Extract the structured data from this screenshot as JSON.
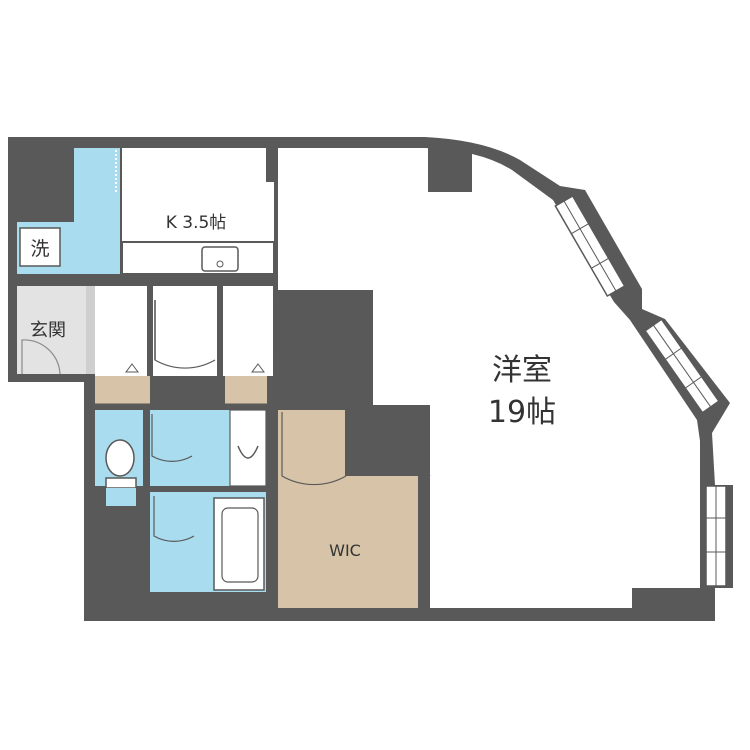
{
  "floor_plan": {
    "rooms": {
      "western": {
        "name": "洋室",
        "size": "19帖"
      },
      "kitchen": {
        "label": "K 3.5帖"
      },
      "laundry": {
        "label": "洗"
      },
      "entrance": {
        "label": "玄関"
      },
      "wic": {
        "label": "WIC"
      }
    },
    "colors": {
      "wall": "#595959",
      "water_area": "#a9dcef",
      "wic_floor": "#d7c4a8",
      "storage_floor": "#d7c4a8",
      "entrance_floor": "#e3e3e3",
      "room_floor": "#ffffff",
      "fixture": "#ffffff"
    }
  }
}
